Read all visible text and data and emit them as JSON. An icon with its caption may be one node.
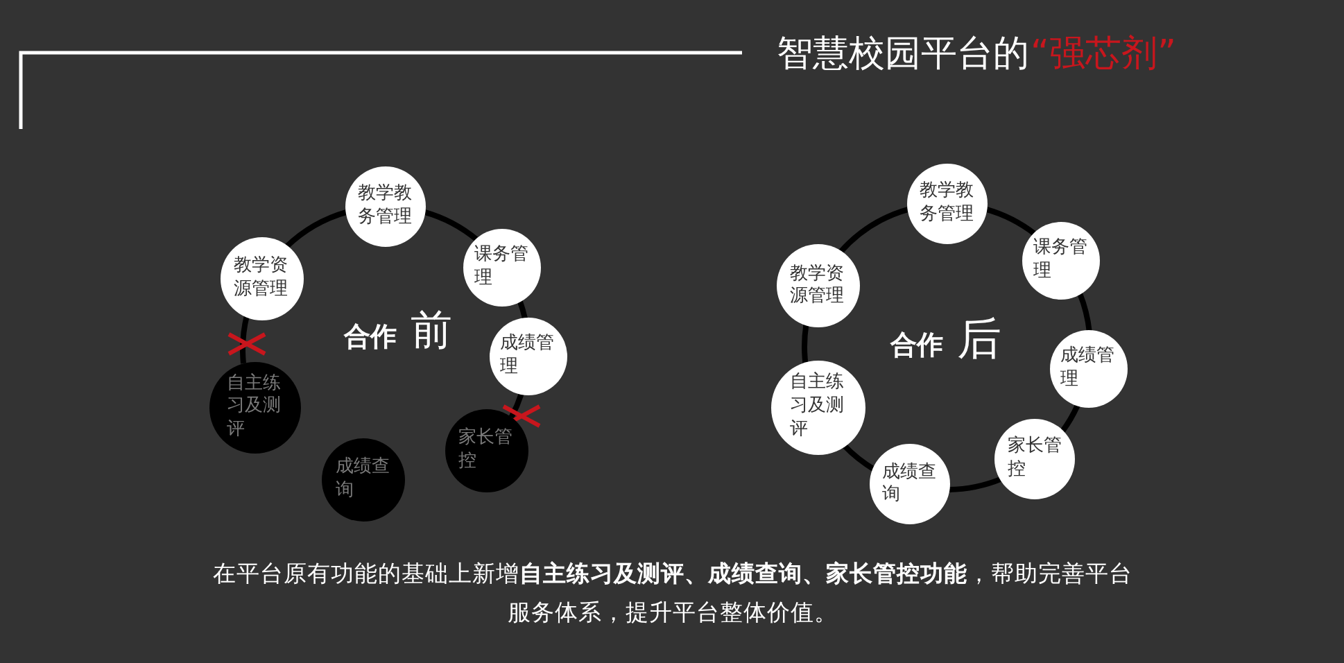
{
  "diagram": {
    "title": "智慧校园平台的",
    "nodes": [
      {
        "text": [
          "教学教务管理"
        ]
      },
      {
        "text": [
          "课务管理"
        ]
      },
      {
        "text": [
          "成绩管理"
        ]
      },
      {
        "text": [
          "家长管控"
        ]
      },
      {
        "text": [
          "成绩查询"
        ]
      },
      {
        "text": [
          "自主练习及测评"
        ]
      },
      {
        "text": [
          "教学资源管理"
        ]
      },
      {
        "text": [
          "教学教务管理"
        ]
      },
      {
        "text": [
          "课务管理"
        ]
      },
      {
        "text": [
          "成绩管理"
        ]
      },
      {
        "text": [
          "家长管控"
        ]
      },
      {
        "text": [
          "成绩查询"
        ]
      },
      {
        "text": [
          "自主练习及测评"
        ]
      },
      {
        "text": [
          "教学资源管理"
        ]
      }
    ],
    "edges": [
      {
        "from": 0,
        "to": 1,
        "arrow": "none"
      },
      {
        "from": 1,
        "to": 2,
        "arrow": "none"
      },
      {
        "from": 2,
        "to": 3,
        "arrow": "none"
      },
      {
        "from": 5,
        "to": 6,
        "arrow": "none"
      },
      {
        "from": 6,
        "to": 0,
        "arrow": "none"
      },
      {
        "from": 7,
        "to": 8,
        "arrow": "none"
      },
      {
        "from": 8,
        "to": 9,
        "arrow": "none"
      },
      {
        "from": 9,
        "to": 10,
        "arrow": "none"
      },
      {
        "from": 10,
        "to": 11,
        "arrow": "none"
      },
      {
        "from": 11,
        "to": 12,
        "arrow": "none"
      },
      {
        "from": 12,
        "to": 13,
        "arrow": "none"
      },
      {
        "from": 13,
        "to": 7,
        "arrow": "none"
      }
    ],
    "labels": [
      "“强芯剂”",
      "合作",
      "前",
      "合作",
      "后"
    ],
    "caption": "在平台原有功能的基础上新增**自主练习及测评、成绩查询、家长管控功能**，帮助完善平台服务体系，提升平台整体价值。"
  }
}
